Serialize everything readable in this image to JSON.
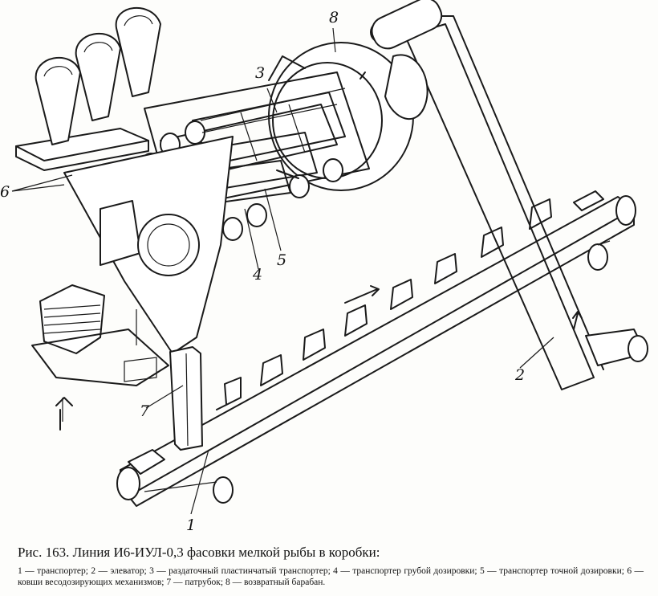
{
  "labels": {
    "l1": "1",
    "l2": "2",
    "l3": "3",
    "l4": "4",
    "l5": "5",
    "l6": "6",
    "l7": "7",
    "l8": "8"
  },
  "caption": {
    "title": "Рис. 163. Линия И6-ИУЛ-0,3 фасовки мелкой рыбы в коробки:",
    "legend": "1 — транспортер; 2 — элеватор; 3 — раздаточный пластинчатый транспортер; 4 — транспортер грубой дозировки; 5 — транспортер точной дозировки; 6 — ковши весодозирующих механизмов; 7 — патрубок; 8 — возвратный барабан."
  }
}
